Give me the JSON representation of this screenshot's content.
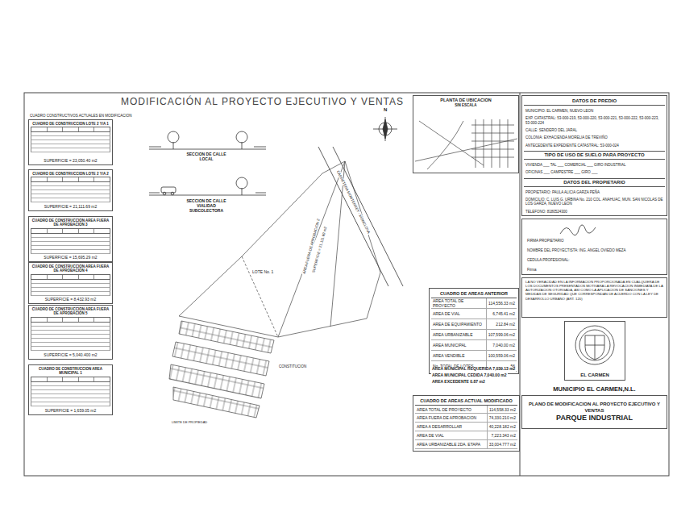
{
  "diagram": {
    "title": "MODIFICACIÓN AL PROYECTO EJECUTIVO Y VENTAS",
    "nodes": [
      {
        "text": [
          "CUADRO DE CONSTRUCCION LOTE 2 Y/A 1",
          "SUPERFICIE = 23,050.40 m2"
        ]
      },
      {
        "text": [
          "CUADRO DE CONSTRUCCION LOTE 2 Y/A 2",
          "SUPERFICIE = 21,111.69 m2"
        ]
      },
      {
        "text": [
          "CUADRO DE CONSTRUCCION AREA FUERA DE APROBACION 3",
          "SUPERFICIE = 15,695.29 m2"
        ]
      },
      {
        "text": [
          "CUADRO DE CONSTRUCCION AREA FUERA DE APROBACION 4",
          "SUPERFICIE = 8,432.93 m2"
        ]
      },
      {
        "text": [
          "CUADRO DE CONSTRUCCION AREA FUERA DE APROBACION 5",
          "SUPERFICIE = 5,040.400 m2"
        ]
      },
      {
        "text": [
          "CUADRO DE CONSTRUCCION AREA MUNICIPAL 1",
          "SUPERFICIE = 1,659.05 m2"
        ]
      },
      {
        "text": [
          "PLANTA DE UBICACION",
          "SIN ESCALA"
        ]
      },
      {
        "text": [
          "DATOS DE PREDIO",
          "MUNICIPIO: EL CARMEN, NUEVO LEON",
          "EXP. CATASTRAL: 53-000-219, 53-000-220, 53-000-221, 53-000-222, 53-000-223, 53-000-224",
          "CALLE: SENDERO DEL JARAL",
          "COLONIA: EXHACIENDA MORELIA DE TREVIÑO",
          "ANTECEDENTE EXPEDIENTE CATASTRAL: 53-000-024",
          "TIPO DE USO DE SUELO PARA PROYECTO",
          "VIVIENDA ___ TAL ___ COMERCIAL ___ GIRO INDUSTRIAL",
          "OFICINAS ___ CAMPESTRE ___ GIRO ___",
          "DATOS DEL PROPIETARIO",
          "PROPIETARIO: PAULA ALICIA GARZA PEÑA",
          "DOMICILIO: C. LUIS G. URBINA No. 210 COL. ANAHUAC, MUN. SAN NICOLAS DE LOS GARZA, NUEVO LEON",
          "TELEFONO: 8180524300"
        ]
      },
      {
        "text": [
          "FIRMA PROPIETARIO",
          "NOMBRE DEL PROYECTISTA: ING. ANGEL OVIEDO MEZA",
          "CEDULA PROFESIONAL:",
          "Firma"
        ]
      },
      {
        "text": [
          "LA NO VERACIDAD EN LA INFORMACION PROPORCIONADA EN CUALQUIERA DE LOS DOCUMENTOS PRESENTADOS MOTIVARA LA REVOCACION INMEDIATA DE LA AUTORIZACION OTORGADA, ASI COMO LA APLICACION DE SANCIONES Y MEDIDAS DE SEGURIDAD QUE CORRESPONDAN DE ACUERDO CON LA LEY DE DESARROLLO URBANO (ART. 120)"
        ]
      },
      {
        "text": [
          "EL CARMEN"
        ]
      },
      {
        "text": [
          "MUNICIPIO EL CARMEN,N.L."
        ]
      },
      {
        "text": [
          "PLANO DE MODIFICACION AL PROYECTO EJECUTIVO Y VENTAS",
          "PARQUE INDUSTRIAL"
        ]
      },
      {
        "text": [
          "CUADRO DE AREAS ANTERIOR",
          "AREA TOTAL DE PROYECTO",
          "114,556.33 m2",
          "AREA DE VIAL",
          "6,745.41 m2",
          "AREA DE EQUIPAMIENTO",
          "212.84 m2",
          "AREA URBANIZABLE",
          "107,599.06 m2",
          "AREA MUNICIPAL",
          "7,040.00 m2",
          "AREA VENDIBLE",
          "100,559.06 m2",
          "No. TOTAL DE LOTES",
          "56"
        ]
      },
      {
        "text": [
          "CUADRO DE AREAS ACTUAL MODIFICADO",
          "AREA TOTAL DE PROYECTO",
          "114,558.33 m2",
          "AREA FUERA DE APROBACION",
          "74,330.210 m2",
          "AREA A DESARROLLAR",
          "40,228.182 m2",
          "AREA DE VIAL",
          "7,223.343 m2",
          "AREA URBANIZABLE 2DA. ETAPA",
          "33,004.777 m2"
        ]
      }
    ],
    "labels": [
      "CUADRO CONSTRUCTIVOS ACTUALES EN MODIFICACION",
      "SECCION DE CALLE LOCAL",
      "SECCION DE CALLE VIALIDAD SUBCOLECTORA",
      "N",
      "CARRETERA MONTERREY - MONCLOVA",
      "LOTE No. 1",
      "AREA FUERA DE APROBACION 2",
      "SUPERFICIE = 21,111.69 m2",
      "CONSTITUCION",
      "LIMITE DE PROPIEDAD",
      "AREA MUNICIPAL REQUERIDA 7,039.13 m2",
      "AREA MUNICIPAL CEDIDA 7,040.00 m2",
      "AREA EXCEDENTE 0.87 m2"
    ]
  }
}
